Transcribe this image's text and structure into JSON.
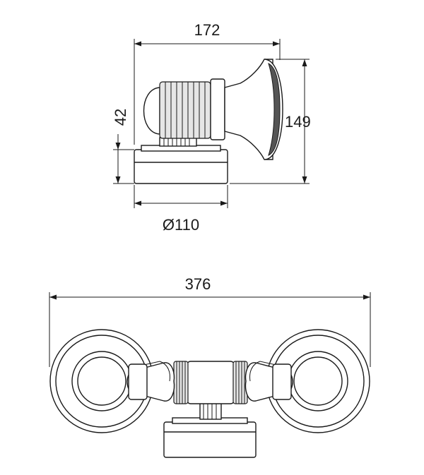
{
  "dimensions": {
    "top_width": "172",
    "base_height": "42",
    "total_height": "149",
    "base_diameter": "Ø110",
    "overall_width": "376"
  },
  "colors": {
    "line": "#1a1a1a",
    "background": "#ffffff",
    "shade": "#e6e6e6"
  }
}
